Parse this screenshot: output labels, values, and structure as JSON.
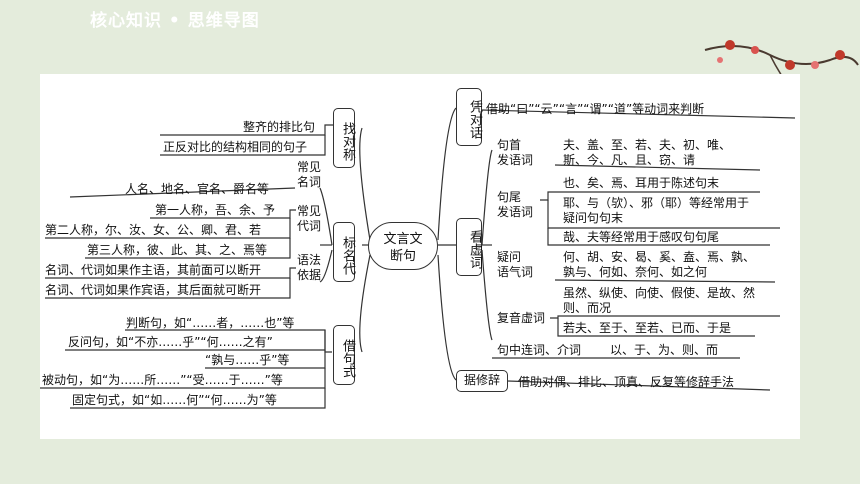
{
  "header": {
    "title": "核心知识 • 思维导图"
  },
  "center": {
    "line1": "文言文",
    "line2": "断句"
  },
  "left": {
    "zhaoduicheng": {
      "label": "找对称",
      "items": [
        "整齐的排比句",
        "正反对比的结构相同的句子"
      ]
    },
    "biaomingdai": {
      "label": "标名代",
      "sub1": {
        "label_a": "常见",
        "label_b": "名词",
        "items": [
          "人名、地名、官名、爵名等"
        ]
      },
      "sub2": {
        "label_a": "常见",
        "label_b": "代词",
        "items": [
          "第一人称，吾、余、予",
          "第二人称，尔、汝、女、公、卿、君、若",
          "第三人称，彼、此、其、之、焉等"
        ]
      },
      "sub3": {
        "label_a": "语法",
        "label_b": "依据",
        "items": [
          "名词、代词如果作主语，其前面可以断开",
          "名词、代词如果作宾语，其后面就可断开"
        ]
      }
    },
    "jiejushi": {
      "label": "借句式",
      "items": [
        "判断句，如“……者，……也”等",
        "反问句，如“不亦……乎”“何……之有”",
        "“孰与……乎”等",
        "被动句，如“为……所……”“受……于……”等",
        "固定句式，如“如……何”“何……为”等"
      ]
    }
  },
  "right": {
    "pingduihua": {
      "label": "凭对话",
      "text": "借助“曰”“云”“言”“谓”“道”等动词来判断"
    },
    "kanxuci": {
      "label": "看虚词",
      "jushou": {
        "label_a": "句首",
        "label_b": "发语词",
        "line1": "夫、盖、至、若、夫、初、唯、",
        "line2": "斯、今、凡、且、窃、请"
      },
      "juwei": {
        "label_a": "句尾",
        "label_b": "发语词",
        "items": [
          "也、矣、焉、耳用于陈述句末",
          "耶、与（欤）、邪（耶）等经常用于",
          "疑问句句末",
          "哉、夫等经常用于感叹句句尾"
        ]
      },
      "yiwen": {
        "label_a": "疑问",
        "label_b": "语气词",
        "line1": "何、胡、安、曷、奚、盍、焉、孰、",
        "line2": "孰与、何如、奈何、如之何"
      },
      "fuyin": {
        "label": "复音虚词",
        "line1": "虽然、纵使、向使、假使、是故、然",
        "line2": "则、而况",
        "line3": "若夫、至于、至若、已而、于是"
      },
      "juzhong": {
        "label": "句中连词、介词",
        "text": "以、于、为、则、而"
      }
    },
    "juxiuci": {
      "label": "据修辞",
      "text": "借助对偶、排比、顶真、反复等修辞手法"
    }
  }
}
